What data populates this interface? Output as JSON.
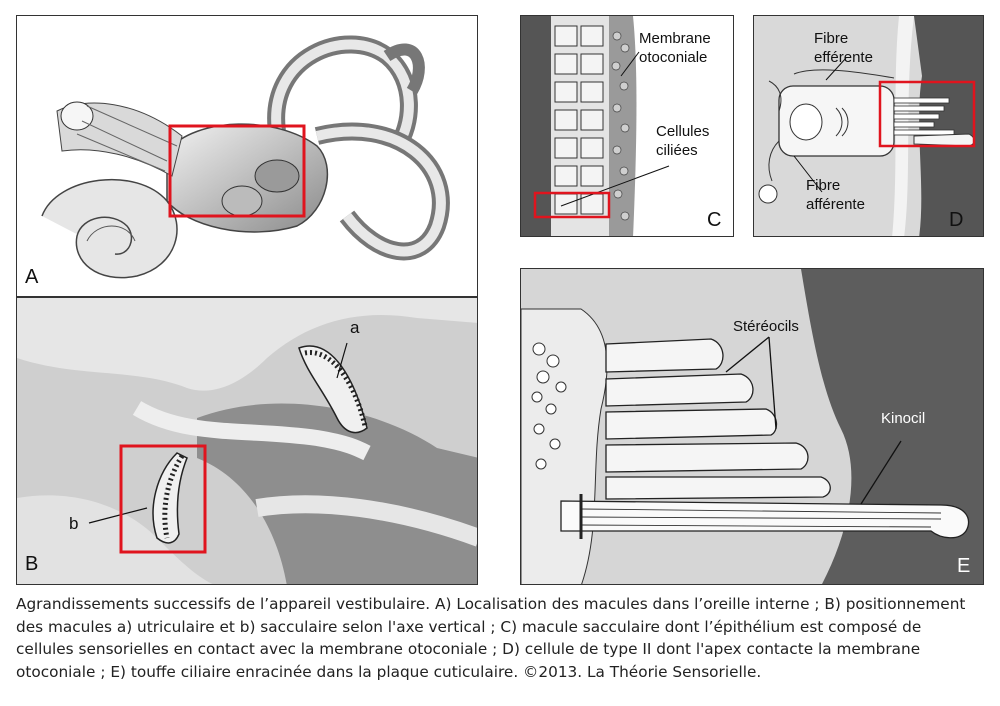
{
  "panels": {
    "A": {
      "letter": "A"
    },
    "B": {
      "letter": "B",
      "label_a": "a",
      "label_b": "b"
    },
    "C": {
      "letter": "C",
      "membrane_line1": "Membrane",
      "membrane_line2": "otoconiale",
      "cells_line1": "Cellules",
      "cells_line2": "ciliées"
    },
    "D": {
      "letter": "D",
      "efferent_line1": "Fibre",
      "efferent_line2": "efférente",
      "afferent_line1": "Fibre",
      "afferent_line2": "afférente"
    },
    "E": {
      "letter": "E",
      "stereocils": "Stéréocils",
      "kinocil": "Kinocil"
    }
  },
  "caption": {
    "line1": "Agrandissements successifs de l’appareil vestibulaire. A) Localisation des macules dans l’oreille interne ; B) positionnement",
    "line2": "des macules a) utriculaire et b) sacculaire selon l'axe vertical ; C) macule sacculaire dont l’épithélium est composé de",
    "line3": "cellules sensorielles en contact avec la membrane otoconiale ;  D) cellule de type II dont l'apex contacte la membrane",
    "line4": "otoconiale ; E) touffe ciliaire enracinée dans la plaque cuticulaire. ©2013. La Théorie Sensorielle."
  },
  "colors": {
    "highlight": "#e0141e",
    "ink": "#222222",
    "tissue_dark": "#6b6b6b",
    "tissue_light": "#dcdcdc"
  }
}
